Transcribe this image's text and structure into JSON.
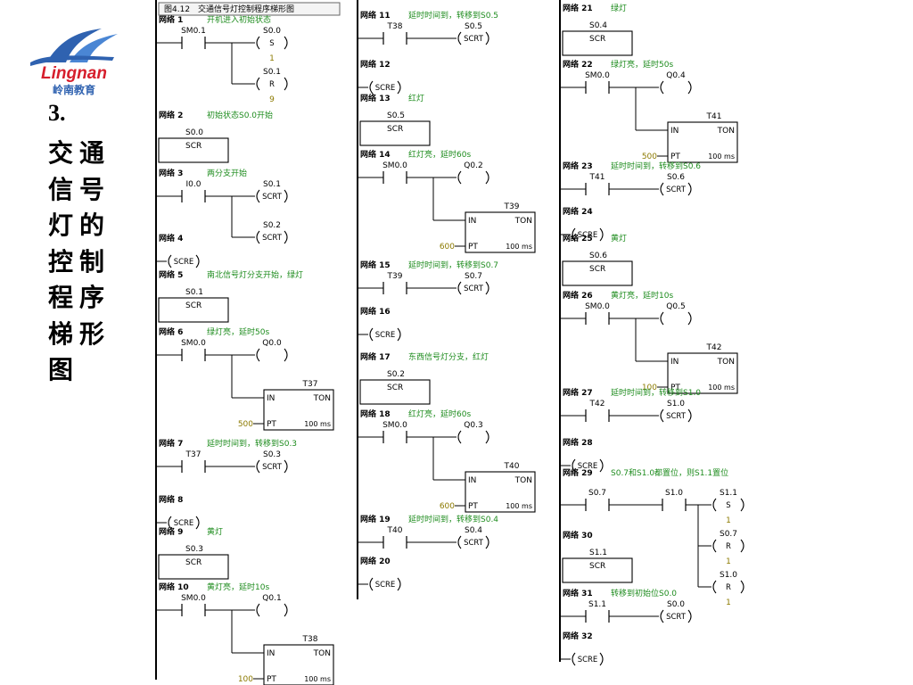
{
  "logo": {
    "wordmark": "Lingnan",
    "cn": "岭南教育"
  },
  "side": {
    "number": "3.",
    "title": "交通信号灯的控制程序梯形图"
  },
  "figure_title": "图4.12　交通信号灯控制程序梯形图",
  "colors": {
    "comment": "#1e8c1e",
    "value": "#8c7a00",
    "line": "#000000"
  },
  "networks": [
    {
      "num": "网络 1",
      "comment": "开机进入初始状态",
      "contact": "SM0.1",
      "coils": [
        {
          "addr": "S0.0",
          "type": "S",
          "val": "1"
        },
        {
          "addr": "S0.1",
          "type": "R",
          "val": "9"
        }
      ]
    },
    {
      "num": "网络 2",
      "comment": "初始状态S0.0开始",
      "box": {
        "addr": "S0.0",
        "label": "SCR"
      }
    },
    {
      "num": "网络 3",
      "comment": "两分支开始",
      "contact": "I0.0",
      "coils": [
        {
          "addr": "S0.1",
          "type": "SCRT"
        },
        {
          "addr": "S0.2",
          "type": "SCRT"
        }
      ]
    },
    {
      "num": "网络 4",
      "comment": "",
      "end": "SCRE"
    },
    {
      "num": "网络 5",
      "comment": "南北信号灯分支开始，绿灯",
      "box": {
        "addr": "S0.1",
        "label": "SCR"
      }
    },
    {
      "num": "网络 6",
      "comment": "绿灯亮，延时50s",
      "contact": "SM0.0",
      "coil": "Q0.0",
      "timer": {
        "name": "T37",
        "in": "IN",
        "ton": "TON",
        "pt": "PT",
        "res": "100 ms",
        "preset": "500"
      }
    },
    {
      "num": "网络 7",
      "comment": "延时时间到，转移到S0.3",
      "contact": "T37",
      "coils": [
        {
          "addr": "S0.3",
          "type": "SCRT"
        }
      ]
    },
    {
      "num": "网络 8",
      "comment": "",
      "end": "SCRE"
    },
    {
      "num": "网络 9",
      "comment": "黄灯",
      "box": {
        "addr": "S0.3",
        "label": "SCR"
      }
    },
    {
      "num": "网络 10",
      "comment": "黄灯亮，延时10s",
      "contact": "SM0.0",
      "coil": "Q0.1",
      "timer": {
        "name": "T38",
        "in": "IN",
        "ton": "TON",
        "pt": "PT",
        "res": "100 ms",
        "preset": "100"
      }
    },
    {
      "num": "网络 11",
      "comment": "延时时间到，转移到S0.5",
      "contact": "T38",
      "coils": [
        {
          "addr": "S0.5",
          "type": "SCRT"
        }
      ]
    },
    {
      "num": "网络 12",
      "comment": "",
      "end": "SCRE"
    },
    {
      "num": "网络 13",
      "comment": "红灯",
      "box": {
        "addr": "S0.5",
        "label": "SCR"
      }
    },
    {
      "num": "网络 14",
      "comment": "红灯亮，延时60s",
      "contact": "SM0.0",
      "coil": "Q0.2",
      "timer": {
        "name": "T39",
        "in": "IN",
        "ton": "TON",
        "pt": "PT",
        "res": "100 ms",
        "preset": "600"
      }
    },
    {
      "num": "网络 15",
      "comment": "延时时间到，转移到S0.7",
      "contact": "T39",
      "coils": [
        {
          "addr": "S0.7",
          "type": "SCRT"
        }
      ]
    },
    {
      "num": "网络 16",
      "comment": "",
      "end": "SCRE"
    },
    {
      "num": "网络 17",
      "comment": "东西信号灯分支，红灯",
      "box": {
        "addr": "S0.2",
        "label": "SCR"
      }
    },
    {
      "num": "网络 18",
      "comment": "红灯亮，延时60s",
      "contact": "SM0.0",
      "coil": "Q0.3",
      "timer": {
        "name": "T40",
        "in": "IN",
        "ton": "TON",
        "pt": "PT",
        "res": "100 ms",
        "preset": "600"
      }
    },
    {
      "num": "网络 19",
      "comment": "延时时间到，转移到S0.4",
      "contact": "T40",
      "coils": [
        {
          "addr": "S0.4",
          "type": "SCRT"
        }
      ]
    },
    {
      "num": "网络 20",
      "comment": "",
      "end": "SCRE"
    },
    {
      "num": "网络 21",
      "comment": "绿灯",
      "box": {
        "addr": "S0.4",
        "label": "SCR"
      }
    },
    {
      "num": "网络 22",
      "comment": "绿灯亮，延时50s",
      "contact": "SM0.0",
      "coil": "Q0.4",
      "timer": {
        "name": "T41",
        "in": "IN",
        "ton": "TON",
        "pt": "PT",
        "res": "100 ms",
        "preset": "500"
      }
    },
    {
      "num": "网络 23",
      "comment": "延时时间到，转移到S0.6",
      "contact": "T41",
      "coils": [
        {
          "addr": "S0.6",
          "type": "SCRT"
        }
      ]
    },
    {
      "num": "网络 24",
      "comment": "",
      "end": "SCRE"
    },
    {
      "num": "网络 25",
      "comment": "黄灯",
      "box": {
        "addr": "S0.6",
        "label": "SCR"
      }
    },
    {
      "num": "网络 26",
      "comment": "黄灯亮，延时10s",
      "contact": "SM0.0",
      "coil": "Q0.5",
      "timer": {
        "name": "T42",
        "in": "IN",
        "ton": "TON",
        "pt": "PT",
        "res": "100 ms",
        "preset": "100"
      }
    },
    {
      "num": "网络 27",
      "comment": "延时时间到，转移到S1.0",
      "contact": "T42",
      "coils": [
        {
          "addr": "S1.0",
          "type": "SCRT"
        }
      ]
    },
    {
      "num": "网络 28",
      "comment": "",
      "end": "SCRE"
    },
    {
      "num": "网络 29",
      "comment": "S0.7和S1.0都置位，则S1.1置位",
      "contacts": [
        "S0.7",
        "S1.0"
      ],
      "coils": [
        {
          "addr": "S1.1",
          "type": "S",
          "val": "1"
        },
        {
          "addr": "S0.7",
          "type": "R",
          "val": "1"
        },
        {
          "addr": "S1.0",
          "type": "R",
          "val": "1"
        }
      ]
    },
    {
      "num": "网络 30",
      "comment": "",
      "box": {
        "addr": "S1.1",
        "label": "SCR"
      }
    },
    {
      "num": "网络 31",
      "comment": "转移到初始位S0.0",
      "contact": "S1.1",
      "coils": [
        {
          "addr": "S0.0",
          "type": "SCRT"
        }
      ]
    },
    {
      "num": "网络 32",
      "comment": "",
      "end": "SCRE"
    }
  ]
}
